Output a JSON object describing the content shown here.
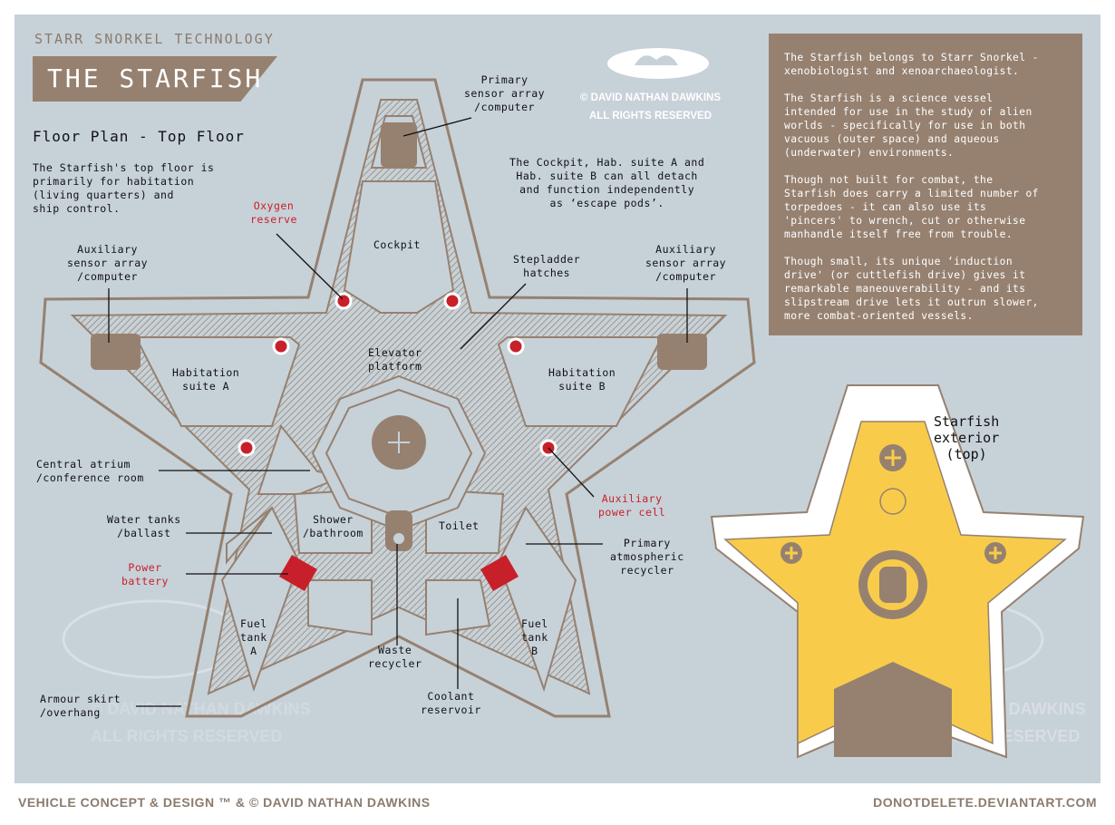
{
  "header": {
    "brand": "STARR SNORKEL TECHNOLOGY",
    "title": "THE STARFISH",
    "subtitle": "Floor Plan - Top Floor",
    "intro": "The Starfish's top floor is\nprimarily for habitation\n(living quarters) and\nship control."
  },
  "copyright": {
    "line1": "© DAVID NATHAN DAWKINS",
    "line2": "ALL RIGHTS RESERVED"
  },
  "note": "The Cockpit, Hab. suite A and\nHab. suite B can all detach\nand function independently\nas ‘escape pods’.",
  "panel": {
    "text": "The Starfish belongs to Starr Snorkel -\nxenobiologist and xenoarchaeologist.\n\nThe Starfish is a science vessel\nintended for use in the study of alien\nworlds - specifically for use in both\nvacuous (outer space) and aqueous\n(underwater) environments.\n\nThough not built for combat, the\nStarfish does carry a limited number of\ntorpedoes - it can also use its\n'pincers' to wrench, cut or otherwise\nmanhandle itself free from trouble.\n\nThough small, its unique ‘induction\ndrive' (or cuttlefish drive) gives it\nremarkable maneouverability - and its\nslipstream drive lets it outrun slower,\nmore combat-oriented vessels."
  },
  "exterior_title": "Starfish\nexterior\n(top)",
  "labels": {
    "primary_sensor": "Primary\nsensor array\n/computer",
    "oxygen": "Oxygen\nreserve",
    "cockpit": "Cockpit",
    "stepladder": "Stepladder\nhatches",
    "aux_sensor_left": "Auxiliary\nsensor array\n/computer",
    "aux_sensor_right": "Auxiliary\nsensor array\n/computer",
    "hab_a": "Habitation\nsuite A",
    "hab_b": "Habitation\nsuite B",
    "elevator": "Elevator\nplatform",
    "atrium": "Central atrium\n/conference room",
    "aux_power": "Auxiliary\npower cell",
    "water": "Water tanks\n/ballast",
    "shower": "Shower\n/bathroom",
    "toilet": "Toilet",
    "atmo": "Primary\natmospheric\nrecycler",
    "power_battery": "Power\nbattery",
    "fuel_a": "Fuel\ntank\nA",
    "fuel_b": "Fuel\ntank\nB",
    "waste": "Waste\nrecycler",
    "coolant": "Coolant\nreservoir",
    "armour": "Armour skirt\n/overhang"
  },
  "watermark": {
    "line1": "© DAVID NATHAN DAWKINS",
    "line2": "ALL RIGHTS RESERVED"
  },
  "footer": {
    "left": "VEHICLE CONCEPT & DESIGN ™ & © DAVID NATHAN DAWKINS",
    "right": "DONOTDELETE.DEVIANTART.COM"
  },
  "colors": {
    "background": "#c7d1d8",
    "brown": "#968170",
    "red": "#c8202a",
    "yellow": "#f8cc4a"
  }
}
